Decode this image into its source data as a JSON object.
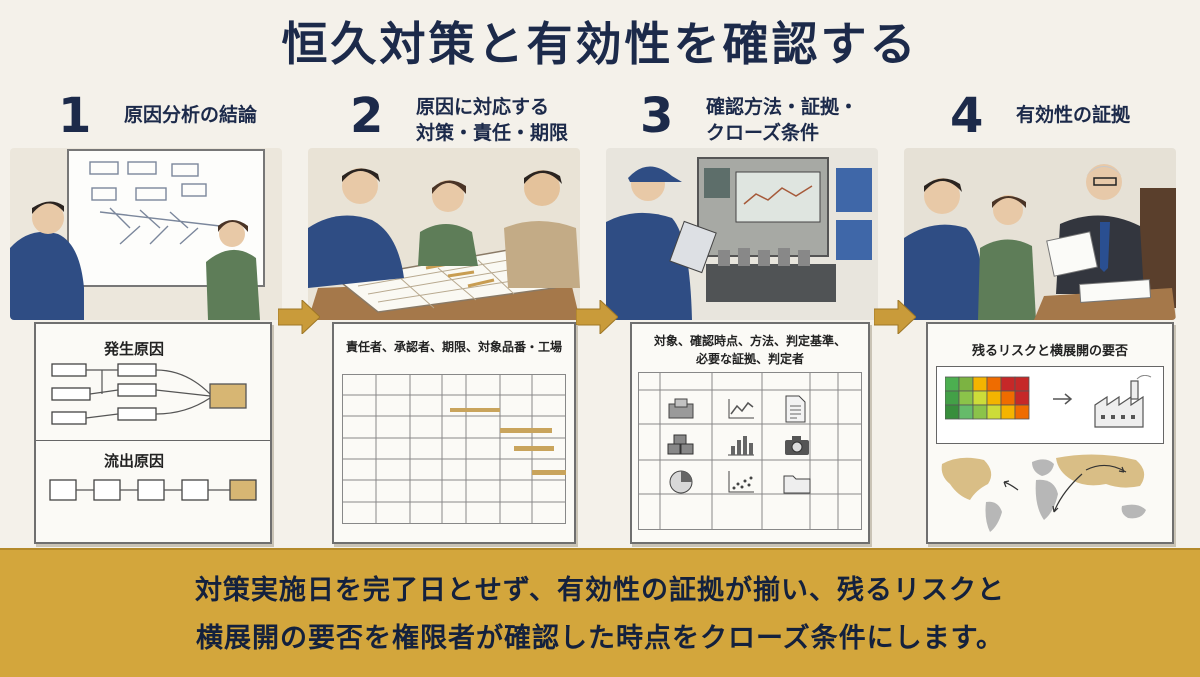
{
  "title": "恒久対策と有効性を確認する",
  "steps": [
    {
      "num": "1",
      "heading": "原因分析の結論"
    },
    {
      "num": "2",
      "heading_line1": "原因に対応する",
      "heading_line2": "対策・責任・期限"
    },
    {
      "num": "3",
      "heading_line1": "確認方法・証拠・",
      "heading_line2": "クローズ条件"
    },
    {
      "num": "4",
      "heading": "有効性の証拠"
    }
  ],
  "panel1": {
    "top_label": "発生原因",
    "bottom_label": "流出原因"
  },
  "panel2": {
    "header": "責任者、承認者、期限、対象品番・工場"
  },
  "panel3": {
    "header_line1": "対象、確認時点、方法、判定基準、",
    "header_line2": "必要な証拠、判定者"
  },
  "panel4": {
    "header": "残るリスクと横展開の要否"
  },
  "bottom": {
    "line1": "対策実施日を完了日とせず、有効性の証拠が揃い、残るリスクと",
    "line2": "横展開の要否を権限者が確認した時点をクローズ条件にします。"
  },
  "icons": [
    "parts-icon",
    "line-chart-icon",
    "document-icon",
    "blocks-icon",
    "bar-chart-icon",
    "camera-icon",
    "pie-chart-icon",
    "scatter-icon",
    "folder-icon"
  ],
  "colors": {
    "accent": "#d3a63c",
    "title": "#1c2a4a"
  }
}
